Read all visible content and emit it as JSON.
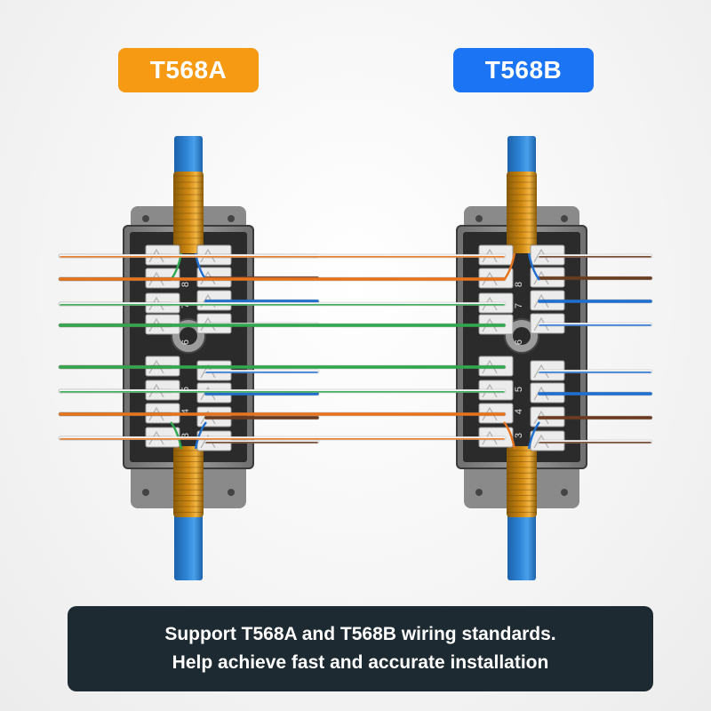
{
  "standards": [
    {
      "label": "T568A",
      "accent": "#f59a12",
      "left_wires": [
        "green-white",
        "green",
        "orange-white",
        "orange",
        "orange",
        "orange-white",
        "green",
        "green-white"
      ],
      "right_wires": [
        "brown-white",
        "brown",
        "blue",
        "blue-white",
        "blue-white",
        "blue",
        "brown",
        "brown-white"
      ]
    },
    {
      "label": "T568B",
      "accent": "#1b74f3",
      "left_wires": [
        "orange-white",
        "orange",
        "green-white",
        "green",
        "green",
        "green-white",
        "orange",
        "orange-white"
      ],
      "right_wires": [
        "brown-white",
        "brown",
        "blue",
        "blue-white",
        "blue-white",
        "blue",
        "brown",
        "brown-white"
      ]
    }
  ],
  "pin_numbers": [
    "8",
    "7",
    "6",
    "5",
    "4",
    "3"
  ],
  "wire_colors": {
    "green": "#2fa84f",
    "orange": "#e8731c",
    "blue": "#1f6fd1",
    "brown": "#6b3a1f",
    "white": "#f7f7f7"
  },
  "cable_color": "#2f86d6",
  "boot_color": "#d08a12",
  "caption": {
    "line1": "Support T568A and T568B wiring standards.",
    "line2": "Help achieve fast and accurate installation"
  }
}
